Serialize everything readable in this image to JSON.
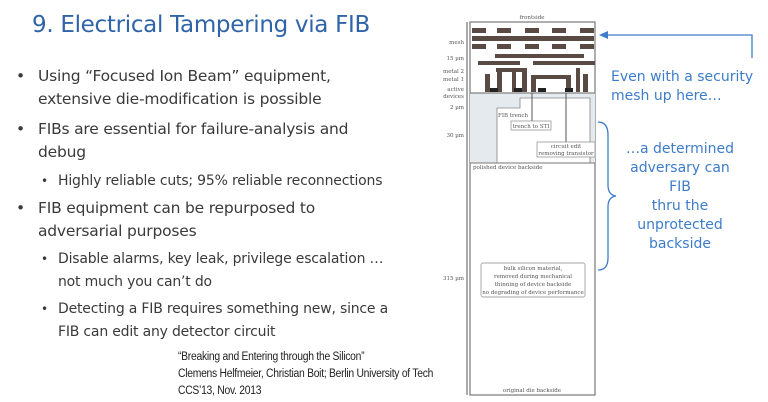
{
  "title": "9. Electrical Tampering via FIB",
  "bullets": [
    {
      "text": "Using “Focused Ion Beam” equipment, extensive die-modification is possible",
      "lines": [
        "Using “Focused Ion Beam” equipment,",
        "extensive die-modification is possible"
      ]
    },
    {
      "lines": [
        "FIBs are essential for failure-analysis and",
        "debug"
      ],
      "sub": [
        {
          "lines": [
            "Highly reliable cuts; 95% reliable reconnections"
          ]
        }
      ]
    },
    {
      "lines": [
        "FIB equipment can be repurposed to",
        "adversarial purposes"
      ],
      "sub": [
        {
          "lines": [
            "Disable alarms, key leak, privilege escalation …",
            "not much you can’t do"
          ]
        },
        {
          "lines": [
            "Detecting a FIB requires something new, since a",
            "FIB can edit any detector circuit"
          ]
        }
      ]
    }
  ],
  "citation": [
    "“Breaking and Entering through the Silicon”",
    "Clemens Helfmeier, Christian Boit; Berlin University of Tech",
    "CCS’13, Nov. 2013"
  ],
  "notes": {
    "top": [
      "Even with a security",
      "mesh up here…"
    ],
    "bottom": [
      "…a determined",
      "adversary can FIB",
      "thru the",
      "unprotected",
      "backside"
    ]
  },
  "diagram": {
    "frontside": "frontside",
    "mesh": "mesh",
    "d15": "15 µm",
    "metal2": "metal 2",
    "metal1": "metal 1",
    "active": "active",
    "devices": "devices",
    "d2": "2 µm",
    "d30": "30 µm",
    "d315": "315 µm",
    "fib_trench": "FIB trench",
    "trench_sti": "trench to STI",
    "circuit_edit": [
      "circuit edit",
      "removing transistor"
    ],
    "polished": "polished device backside",
    "bulk": [
      "bulk silicon material,",
      "removed during mechanical",
      "thinning of device backside",
      "no degrading of device performance"
    ],
    "original": "original die backside"
  },
  "colors": {
    "title": "#2f64a8",
    "note": "#3d7cc9"
  }
}
